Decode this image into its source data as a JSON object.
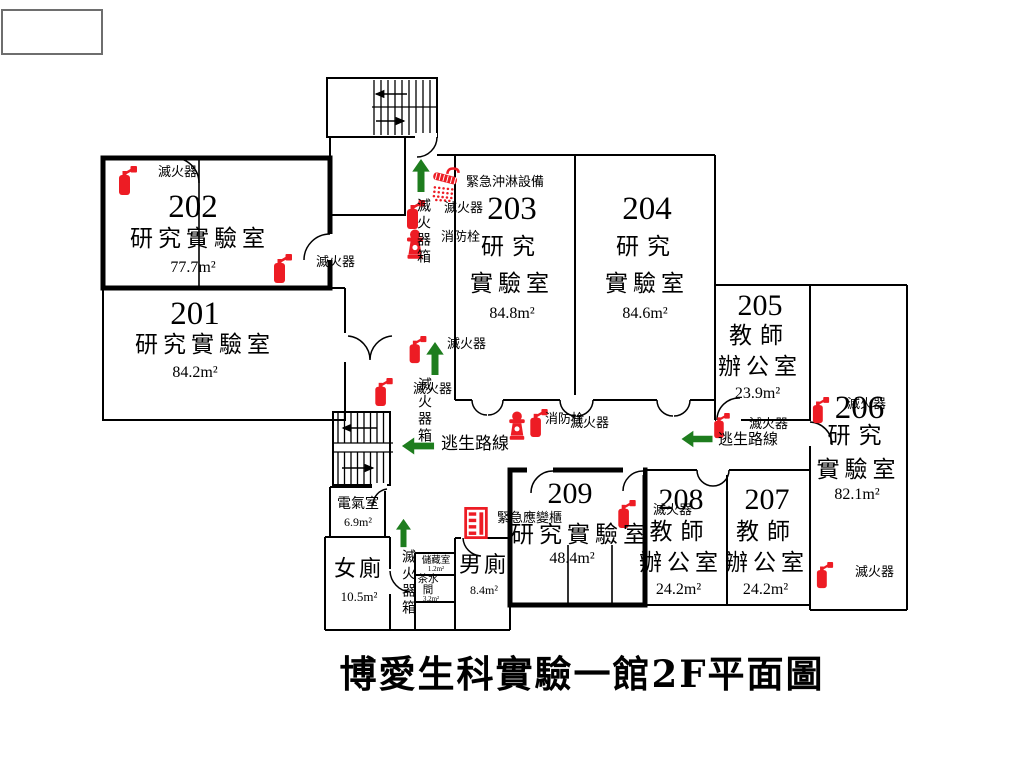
{
  "title": "博愛生科實驗一館2F平面圖",
  "colors": {
    "icon_red": "#ed1c24",
    "arrow_green": "#1e7d1e",
    "wall_black": "#000000",
    "legend_border_gray": "#6e6e6e"
  },
  "equipment_labels": {
    "extinguisher": "滅火器",
    "hydrant": "消防栓",
    "shower": "緊急沖淋設備",
    "escape_route": "逃生路線",
    "emergency_cabinet": "緊急應變櫃",
    "extinguisher_box_vertical": "滅火器箱"
  },
  "rooms": [
    {
      "number": "202",
      "name": "研究實驗室",
      "area": "77.7m²",
      "highlight": true
    },
    {
      "number": "201",
      "name": "研究實驗室",
      "area": "84.2m²",
      "highlight": false
    },
    {
      "number": "203",
      "name_line1": "研究",
      "name_line2": "實驗室",
      "area": "84.8m²",
      "highlight": false
    },
    {
      "number": "204",
      "name_line1": "研究",
      "name_line2": "實驗室",
      "area": "84.6m²",
      "highlight": false
    },
    {
      "number": "205",
      "name_line1": "教師",
      "name_line2": "辦公室",
      "area": "23.9m²",
      "highlight": false
    },
    {
      "number": "206",
      "name_line1": "研究",
      "name_line2": "實驗室",
      "area": "82.1m²",
      "highlight": false
    },
    {
      "number": "207",
      "name_line1": "教師",
      "name_line2": "辦公室",
      "area": "24.2m²",
      "highlight": false
    },
    {
      "number": "208",
      "name_line1": "教師",
      "name_line2": "辦公室",
      "area": "24.2m²",
      "highlight": false
    },
    {
      "number": "209",
      "name": "研究實驗室",
      "area": "48.4m²",
      "highlight": true
    }
  ],
  "utility_rooms": [
    {
      "name": "電氣室",
      "area": "6.9m²"
    },
    {
      "name": "女廁",
      "area": "10.5m²"
    },
    {
      "name": "男廁",
      "area": "8.4m²"
    },
    {
      "name": "儲藏室",
      "area": "1.2m²"
    },
    {
      "name": "茶水間",
      "area": "3.2m²"
    }
  ]
}
